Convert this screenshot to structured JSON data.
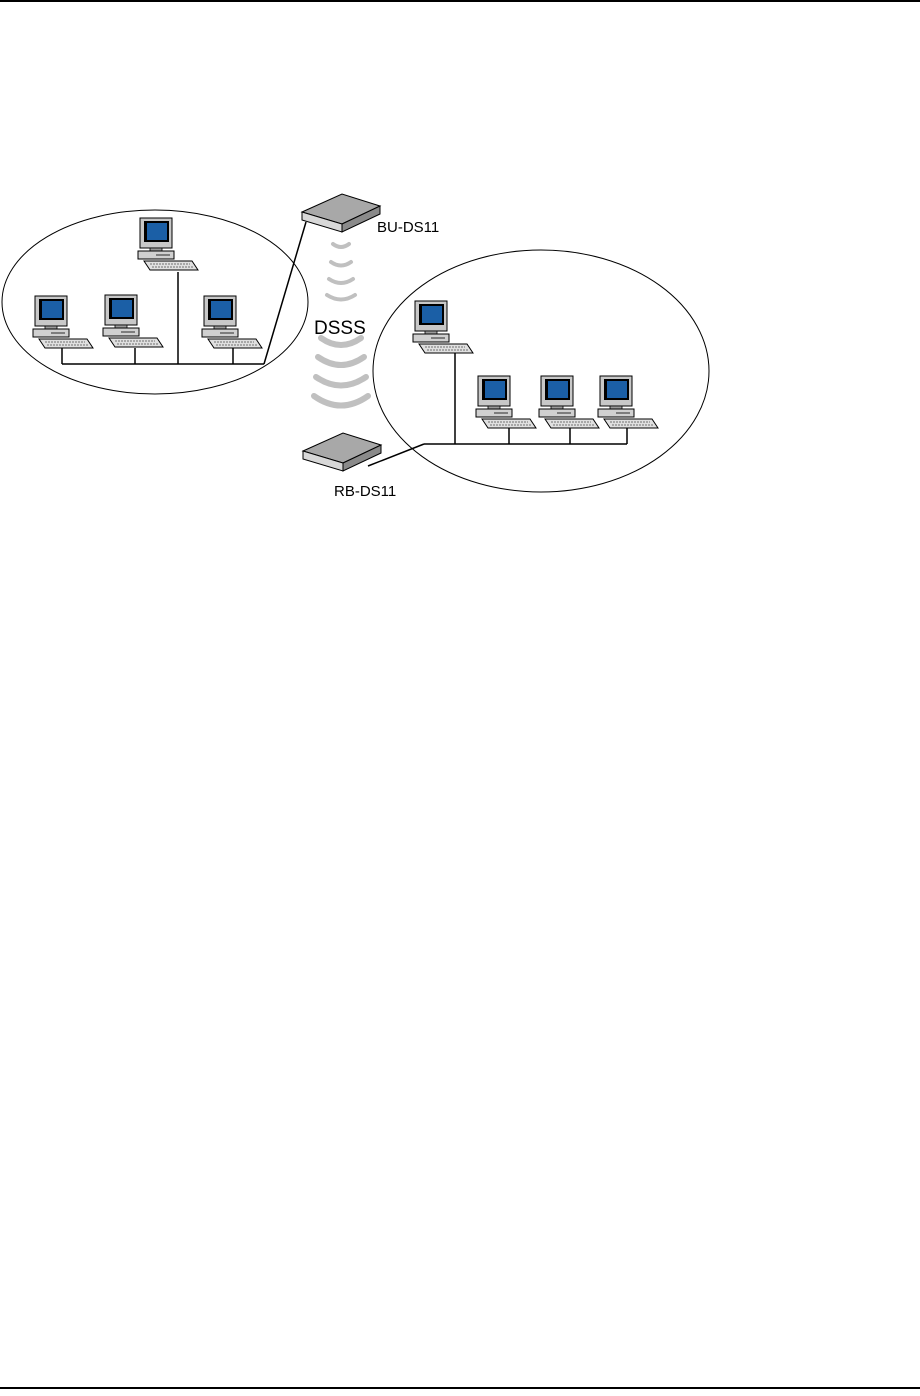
{
  "diagram": {
    "base_unit_label": "BU-DS11",
    "remote_unit_label": "RB-DS11",
    "link_label": "DSSS",
    "lan_left_computers": 4,
    "lan_right_computers": 4,
    "colors": {
      "screen": "#1b5fa6",
      "device": "#9a9a9a",
      "device_top": "#c8c8c8",
      "waves": "#c0c0c0",
      "lines": "#000000"
    }
  }
}
